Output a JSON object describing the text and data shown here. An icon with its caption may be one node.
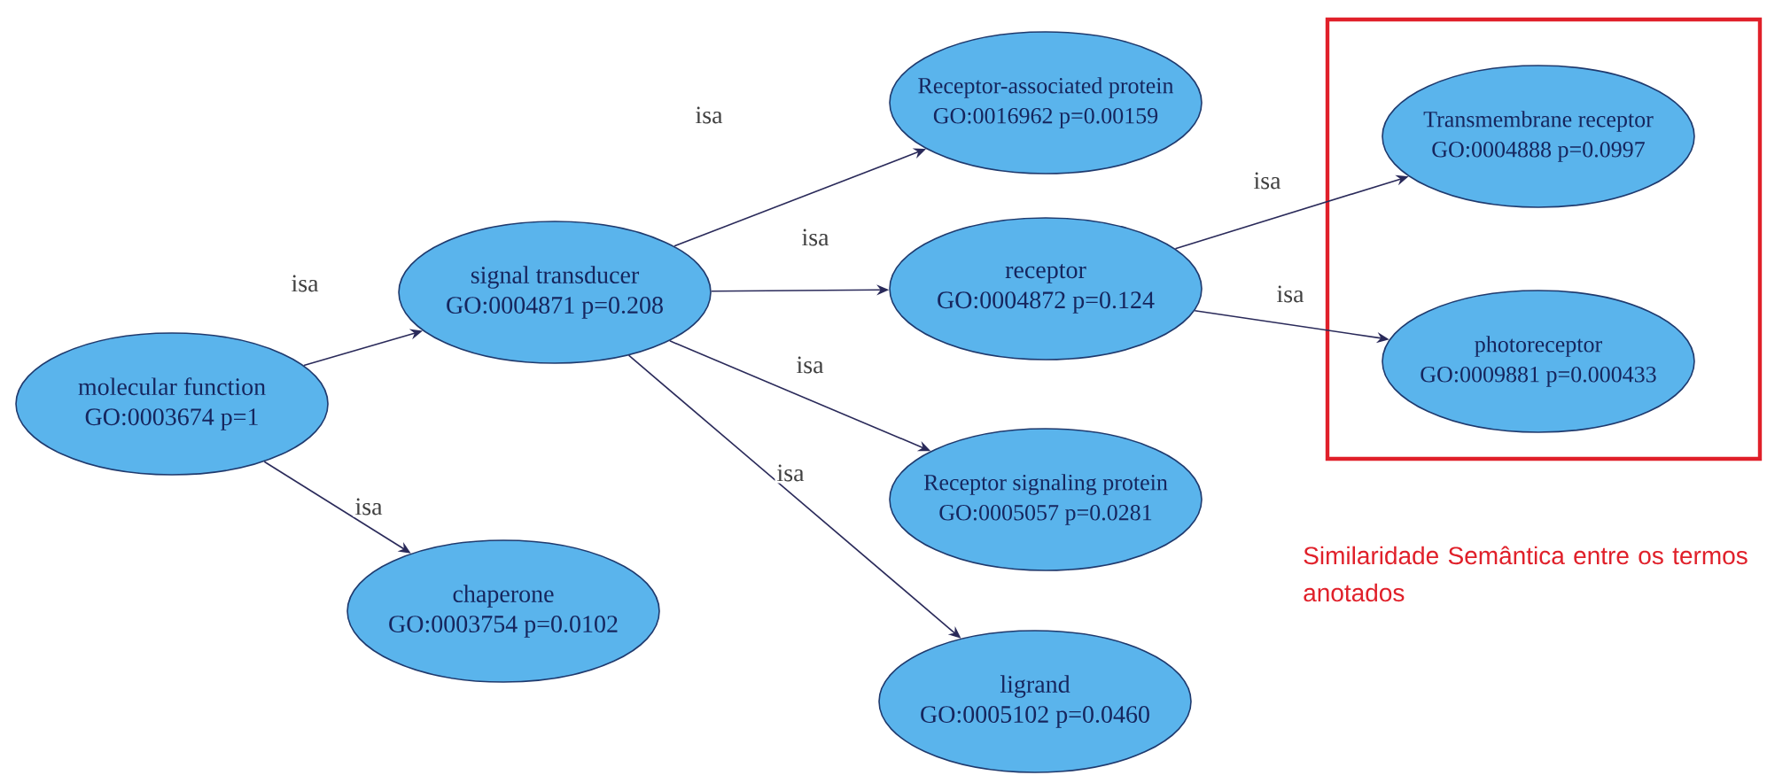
{
  "diagram": {
    "nodes": [
      {
        "text": [
          "molecular function",
          "GO:0003674 p=1"
        ]
      },
      {
        "text": [
          "signal transducer",
          "GO:0004871 p=0.208"
        ]
      },
      {
        "text": [
          "chaperone",
          "GO:0003754 p=0.0102"
        ]
      },
      {
        "text": [
          "Receptor-associated protein",
          "GO:0016962 p=0.00159"
        ]
      },
      {
        "text": [
          "receptor",
          "GO:0004872 p=0.124"
        ]
      },
      {
        "text": [
          "Receptor signaling protein",
          "GO:0005057 p=0.0281"
        ]
      },
      {
        "text": [
          "ligrand",
          "GO:0005102 p=0.0460"
        ]
      },
      {
        "text": [],
        "shape": "box",
        "beside": [
          "Similaridade Semântica entre os termos anotados"
        ]
      },
      {
        "text": [
          "Transmembrane receptor",
          "GO:0004888 p=0.0997"
        ],
        "in": 7
      },
      {
        "text": [
          "photoreceptor",
          "GO:0009881 p=0.000433"
        ],
        "in": 7
      }
    ],
    "edges": [
      {
        "from": 0,
        "to": 1,
        "arrow": "to",
        "label": "isa"
      },
      {
        "from": 0,
        "to": 2,
        "arrow": "to",
        "label": "isa"
      },
      {
        "from": 1,
        "to": 3,
        "arrow": "to",
        "label": "isa"
      },
      {
        "from": 1,
        "to": 4,
        "arrow": "to",
        "label": "isa"
      },
      {
        "from": 1,
        "to": 5,
        "arrow": "to",
        "label": "isa"
      },
      {
        "from": 1,
        "to": 6,
        "arrow": "to",
        "label": "isa"
      },
      {
        "from": 4,
        "to": 8,
        "arrow": "to",
        "label": "isa"
      },
      {
        "from": 4,
        "to": 9,
        "arrow": "to",
        "label": "isa"
      }
    ]
  }
}
